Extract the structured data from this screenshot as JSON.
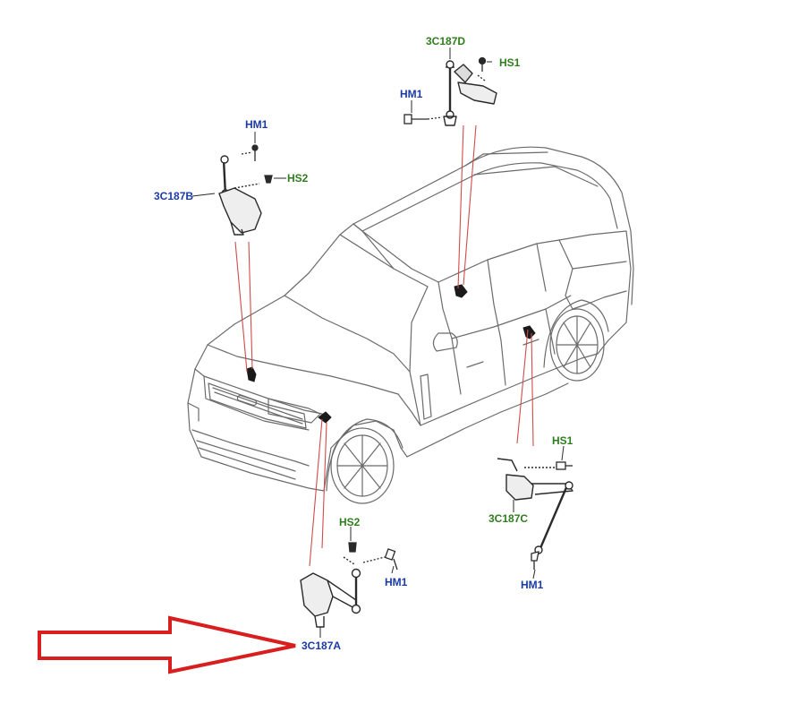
{
  "colors": {
    "outline": "#6b6b6b",
    "part": "#2a2a2a",
    "leader": "#d24a4a",
    "arrow": "#d81e1e",
    "part_label": "#1a3aa8",
    "fastener_label": "#2e7d1e"
  },
  "icons": {
    "arrow": "outline-arrow-right-icon",
    "vehicle": "suv-line-drawing",
    "sensor": "ride-height-sensor-icon"
  },
  "labels": {
    "front_left": {
      "part": "3C187A",
      "screw": "HS2",
      "bolt": "HM1"
    },
    "front_right": {
      "part": "3C187B",
      "bolt": "HM1",
      "screw": "HS2"
    },
    "rear_left": {
      "part": "3C187C",
      "screw": "HS1",
      "bolt": "HM1"
    },
    "rear_right": {
      "part": "3C187D",
      "screw": "HS1",
      "bolt": "HM1"
    }
  }
}
